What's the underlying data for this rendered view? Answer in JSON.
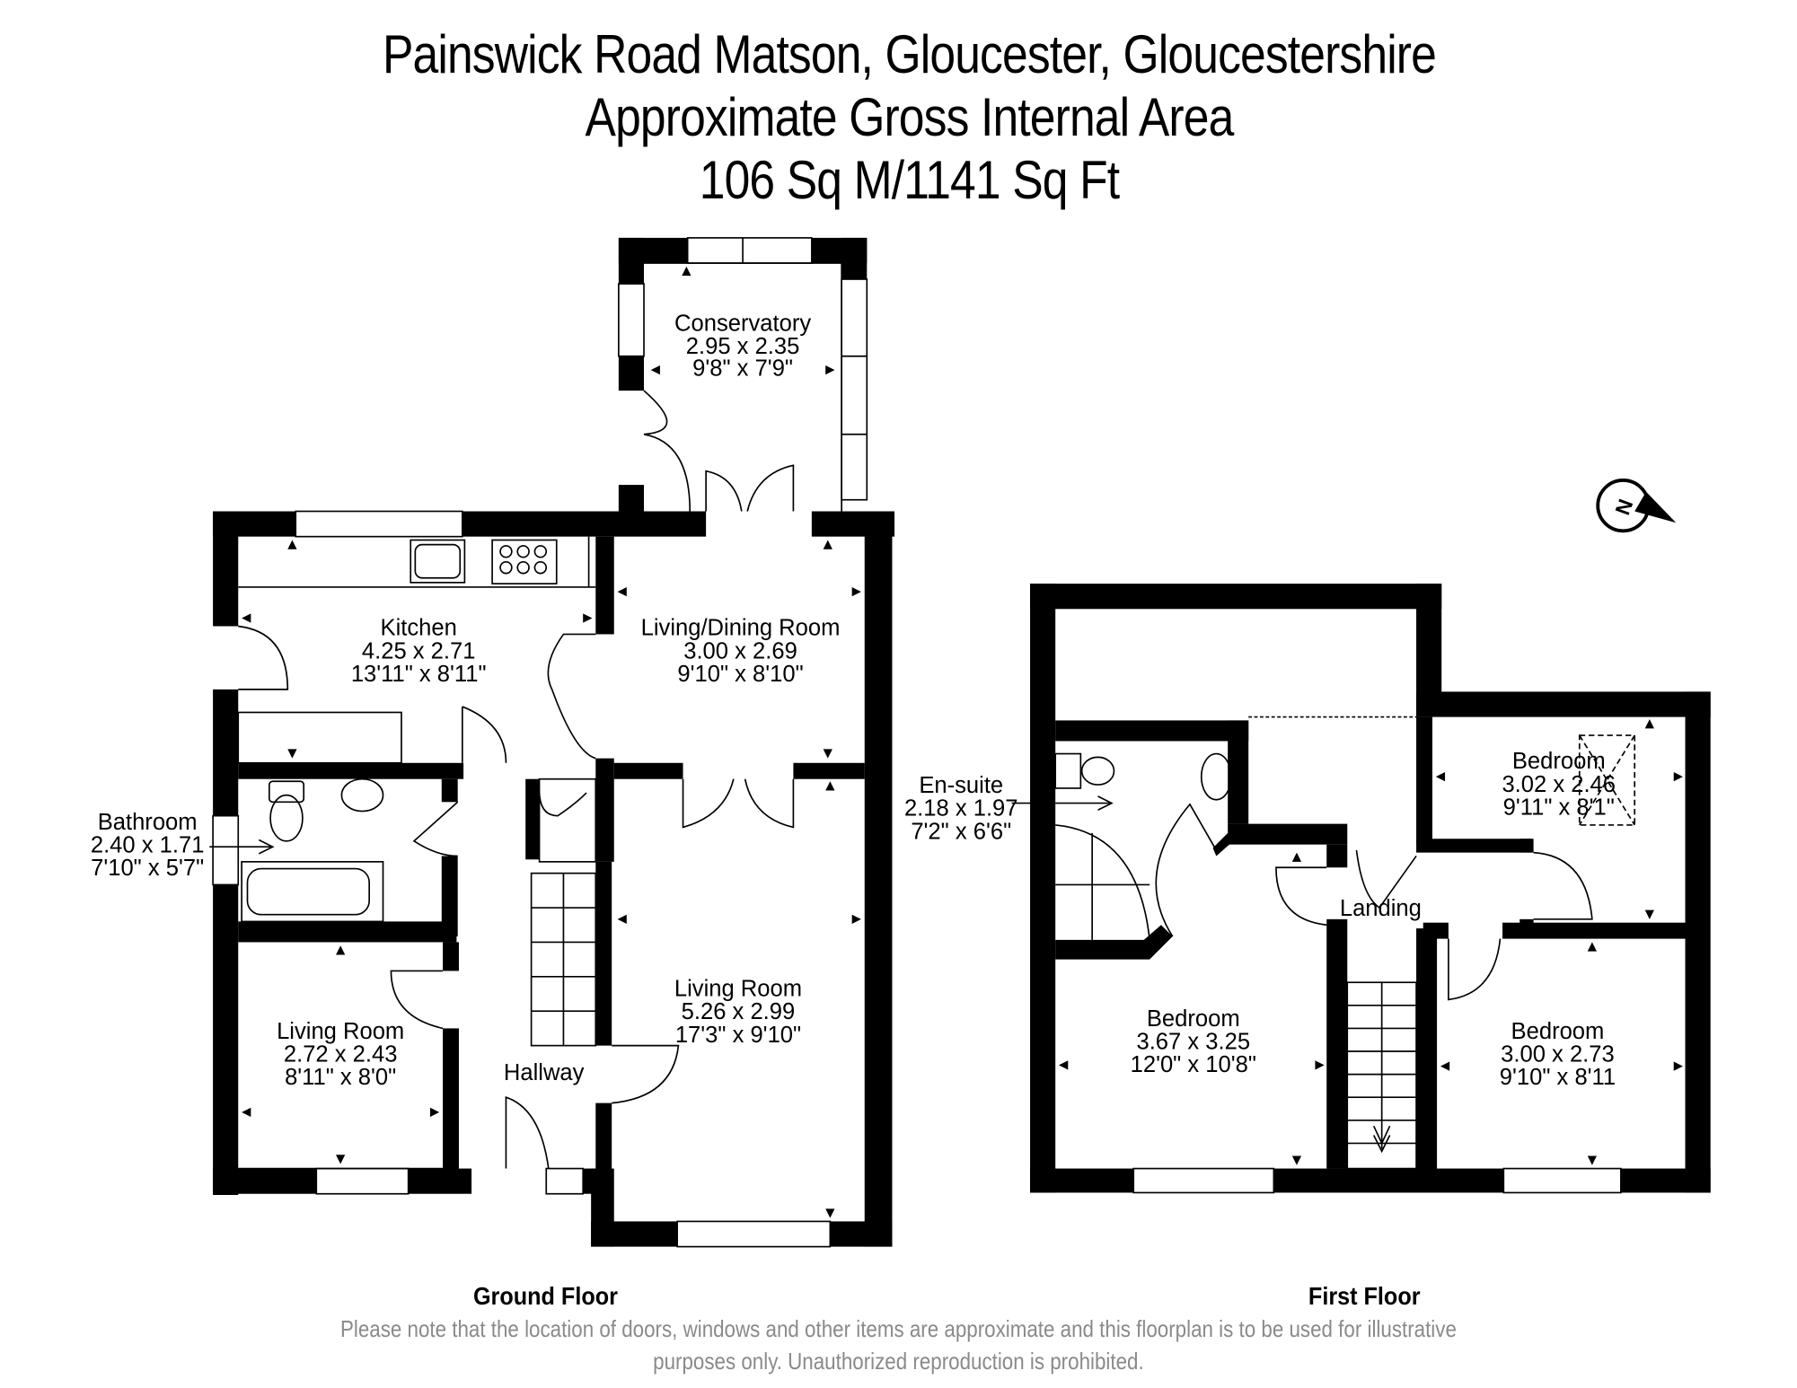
{
  "header": {
    "address": "Painswick Road Matson, Gloucester, Gloucestershire",
    "area_label": "Approximate Gross Internal Area",
    "area_value": "106 Sq M/1141 Sq Ft"
  },
  "ground_floor": {
    "label": "Ground Floor",
    "rooms": [
      {
        "name": "Conservatory",
        "metric": "2.95 x 2.35",
        "imperial": "9'8\" x 7'9\""
      },
      {
        "name": "Kitchen",
        "metric": "4.25 x 2.71",
        "imperial": "13'11\" x 8'11\""
      },
      {
        "name": "Living/Dining Room",
        "metric": "3.00 x 2.69",
        "imperial": "9'10\" x 8'10\""
      },
      {
        "name": "Bathroom",
        "metric": "2.40 x 1.71",
        "imperial": "7'10\" x 5'7\""
      },
      {
        "name": "Living Room",
        "metric": "2.72 x 2.43",
        "imperial": "8'11\" x 8'0\""
      },
      {
        "name": "Living Room",
        "metric": "5.26 x 2.99",
        "imperial": "17'3\" x 9'10\""
      },
      {
        "name": "Hallway"
      }
    ]
  },
  "first_floor": {
    "label": "First Floor",
    "rooms": [
      {
        "name": "En-suite",
        "metric": "2.18 x 1.97",
        "imperial": "7'2\" x 6'6\""
      },
      {
        "name": "Bedroom",
        "metric": "3.02 x 2.46",
        "imperial": "9'11\" x 8'1\""
      },
      {
        "name": "Landing"
      },
      {
        "name": "Bedroom",
        "metric": "3.67 x 3.25",
        "imperial": "12'0\" x 10'8\""
      },
      {
        "name": "Bedroom",
        "metric": "3.00 x 2.73",
        "imperial": "9'10\" x 8'11"
      }
    ]
  },
  "compass": {
    "icon": "north-arrow-icon",
    "letter": "N"
  },
  "disclaimer": {
    "line1": "Please note that the location of doors, windows and other items are approximate and this floorplan is to be used for illustrative",
    "line2": "purposes only. Unauthorized reproduction is prohibited."
  }
}
